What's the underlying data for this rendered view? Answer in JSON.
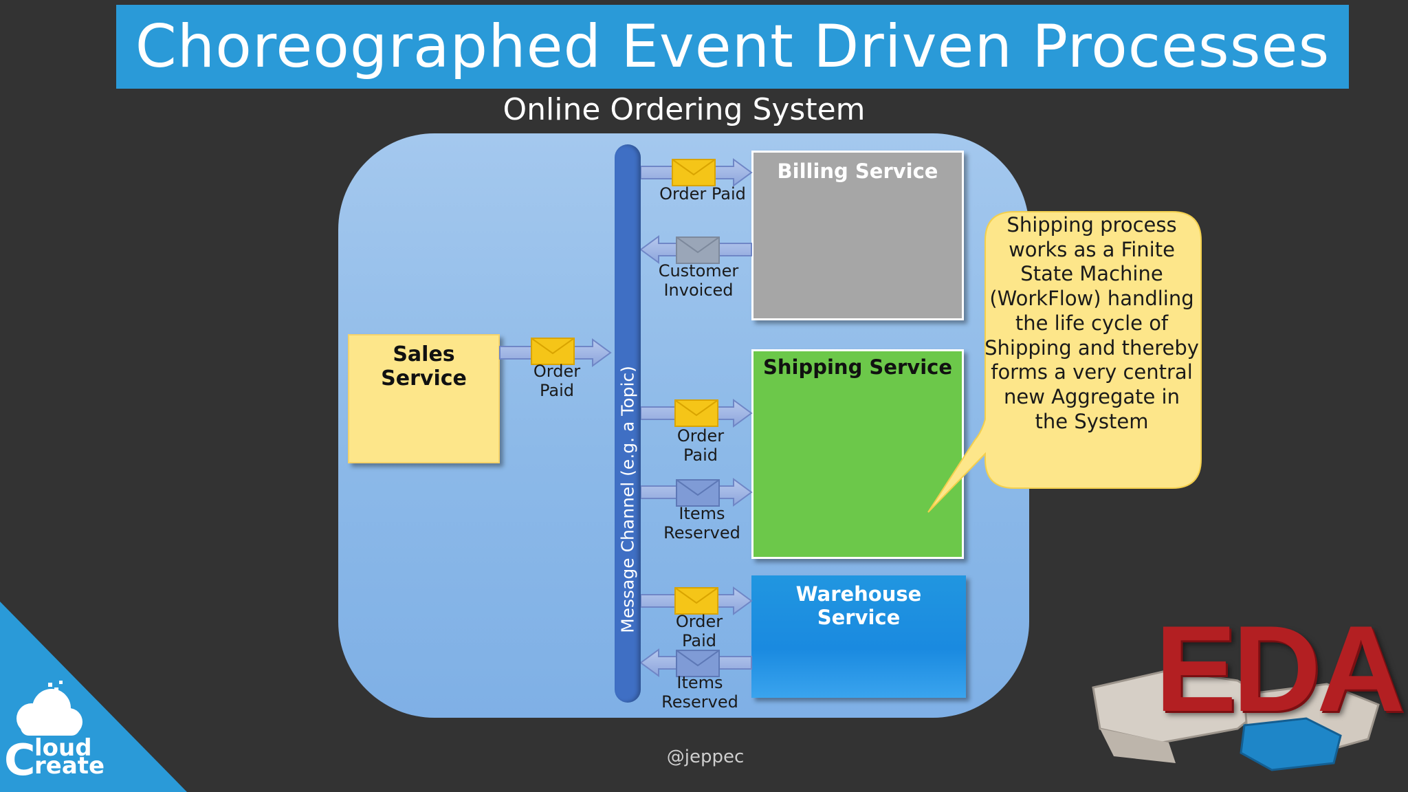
{
  "slide": {
    "title": "Choreographed Event Driven Processes",
    "subtitle": "Online Ordering System",
    "handle": "@jeppec"
  },
  "services": {
    "sales": "Sales Service",
    "billing": "Billing Service",
    "shipping": "Shipping Service",
    "warehouse": "Warehouse Service"
  },
  "channel": {
    "label": "Message Channel (e.g. a Topic)"
  },
  "messages": {
    "sales_out": [
      "Order",
      "Paid"
    ],
    "billing_in": "Order Paid",
    "billing_out": [
      "Customer",
      "Invoiced"
    ],
    "shipping_in_1": [
      "Order",
      "Paid"
    ],
    "shipping_in_2": [
      "Items",
      "Reserved"
    ],
    "warehouse_in": [
      "Order",
      "Paid"
    ],
    "warehouse_out": [
      "Items",
      "Reserved"
    ]
  },
  "callout": {
    "text": "Shipping process works as a Finite State Machine (WorkFlow) handling the life cycle of Shipping and thereby forms a very central new Aggregate in the System"
  },
  "logos": {
    "cloud_create": [
      "loud",
      "reate"
    ],
    "eda": "EDA"
  },
  "colors": {
    "title_bar": "#2a9ad8",
    "background": "#333333",
    "sales": "#fde68a",
    "billing": "#a6a6a6",
    "shipping": "#6cc84a",
    "warehouse": "#1f8fe0",
    "channel": "#3f6fc4",
    "callout": "#fde68a",
    "envelope_yellow": "#f5c518",
    "envelope_gray": "#9aa6b8",
    "envelope_blue": "#7f9bd6"
  }
}
